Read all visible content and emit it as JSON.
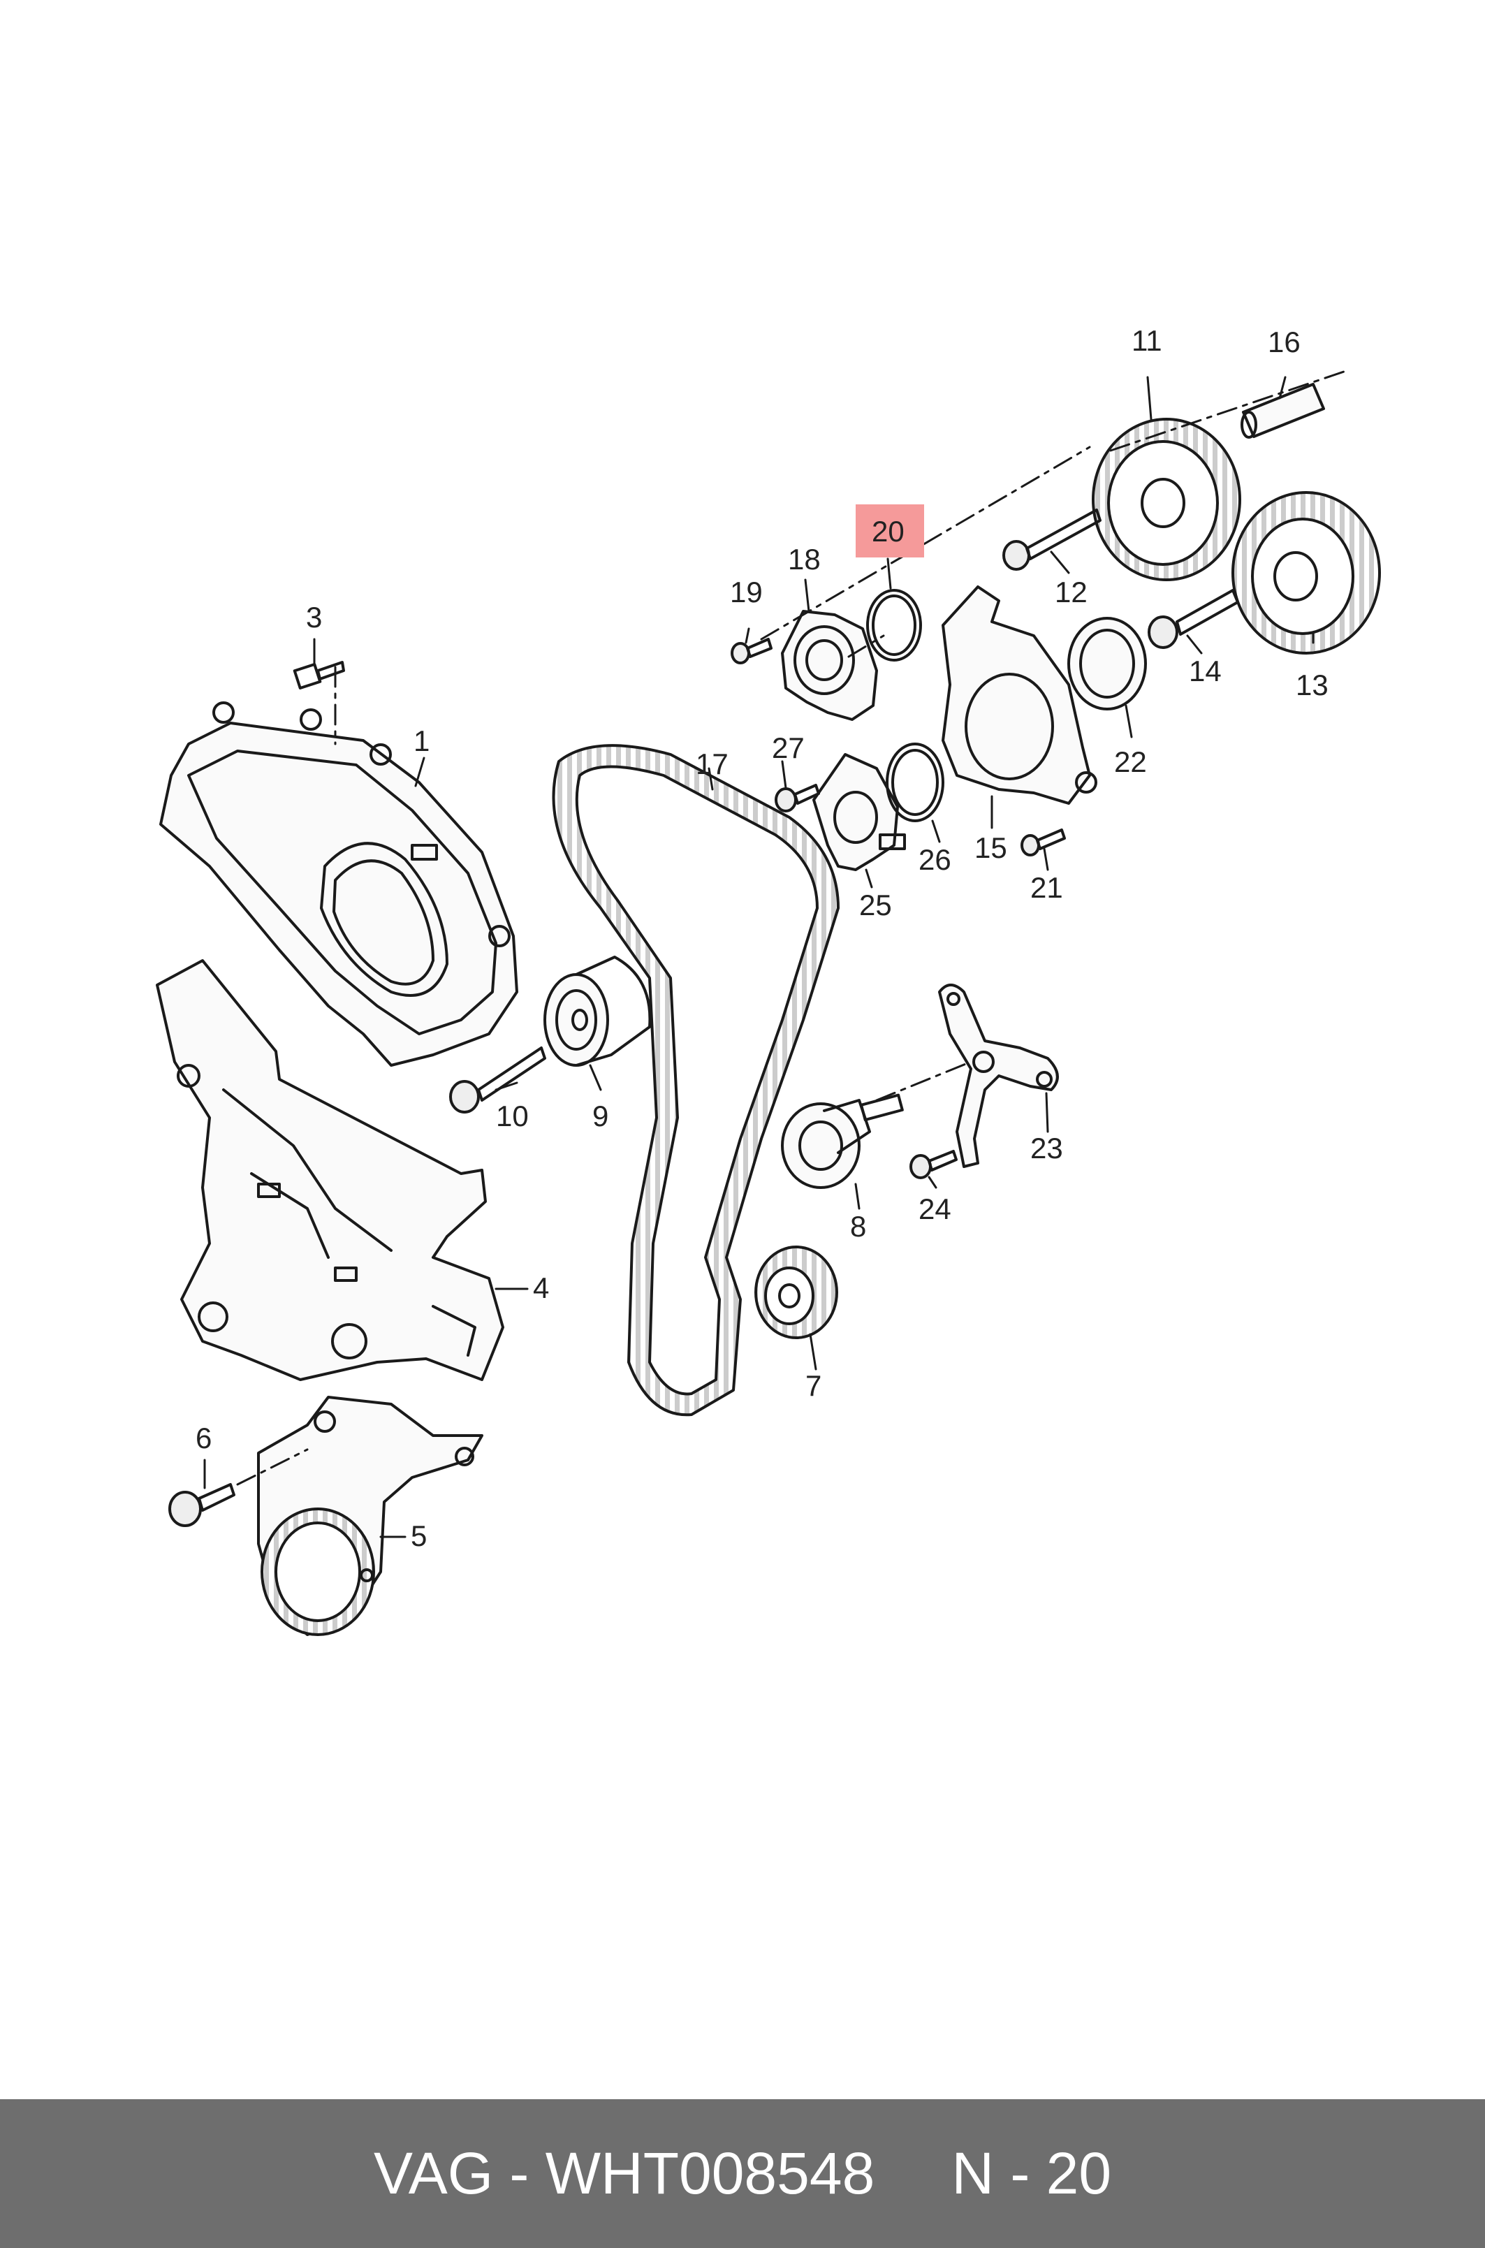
{
  "diagram": {
    "labels": {
      "p1": "1",
      "p3": "3",
      "p4": "4",
      "p5": "5",
      "p6": "6",
      "p7": "7",
      "p8": "8",
      "p9": "9",
      "p10": "10",
      "p11": "11",
      "p12": "12",
      "p13": "13",
      "p14": "14",
      "p15": "15",
      "p16": "16",
      "p17": "17",
      "p18": "18",
      "p19": "19",
      "p20": "20",
      "p21": "21",
      "p22": "22",
      "p23": "23",
      "p24": "24",
      "p25": "25",
      "p26": "26",
      "p27": "27"
    },
    "highlighted_part": "20",
    "highlight_color": "#f59a9a",
    "line_color": "#1a1a1a"
  },
  "footer": {
    "part_number": "VAG - WHT008548",
    "position": "N - 20",
    "background": "#6e6e6e"
  }
}
